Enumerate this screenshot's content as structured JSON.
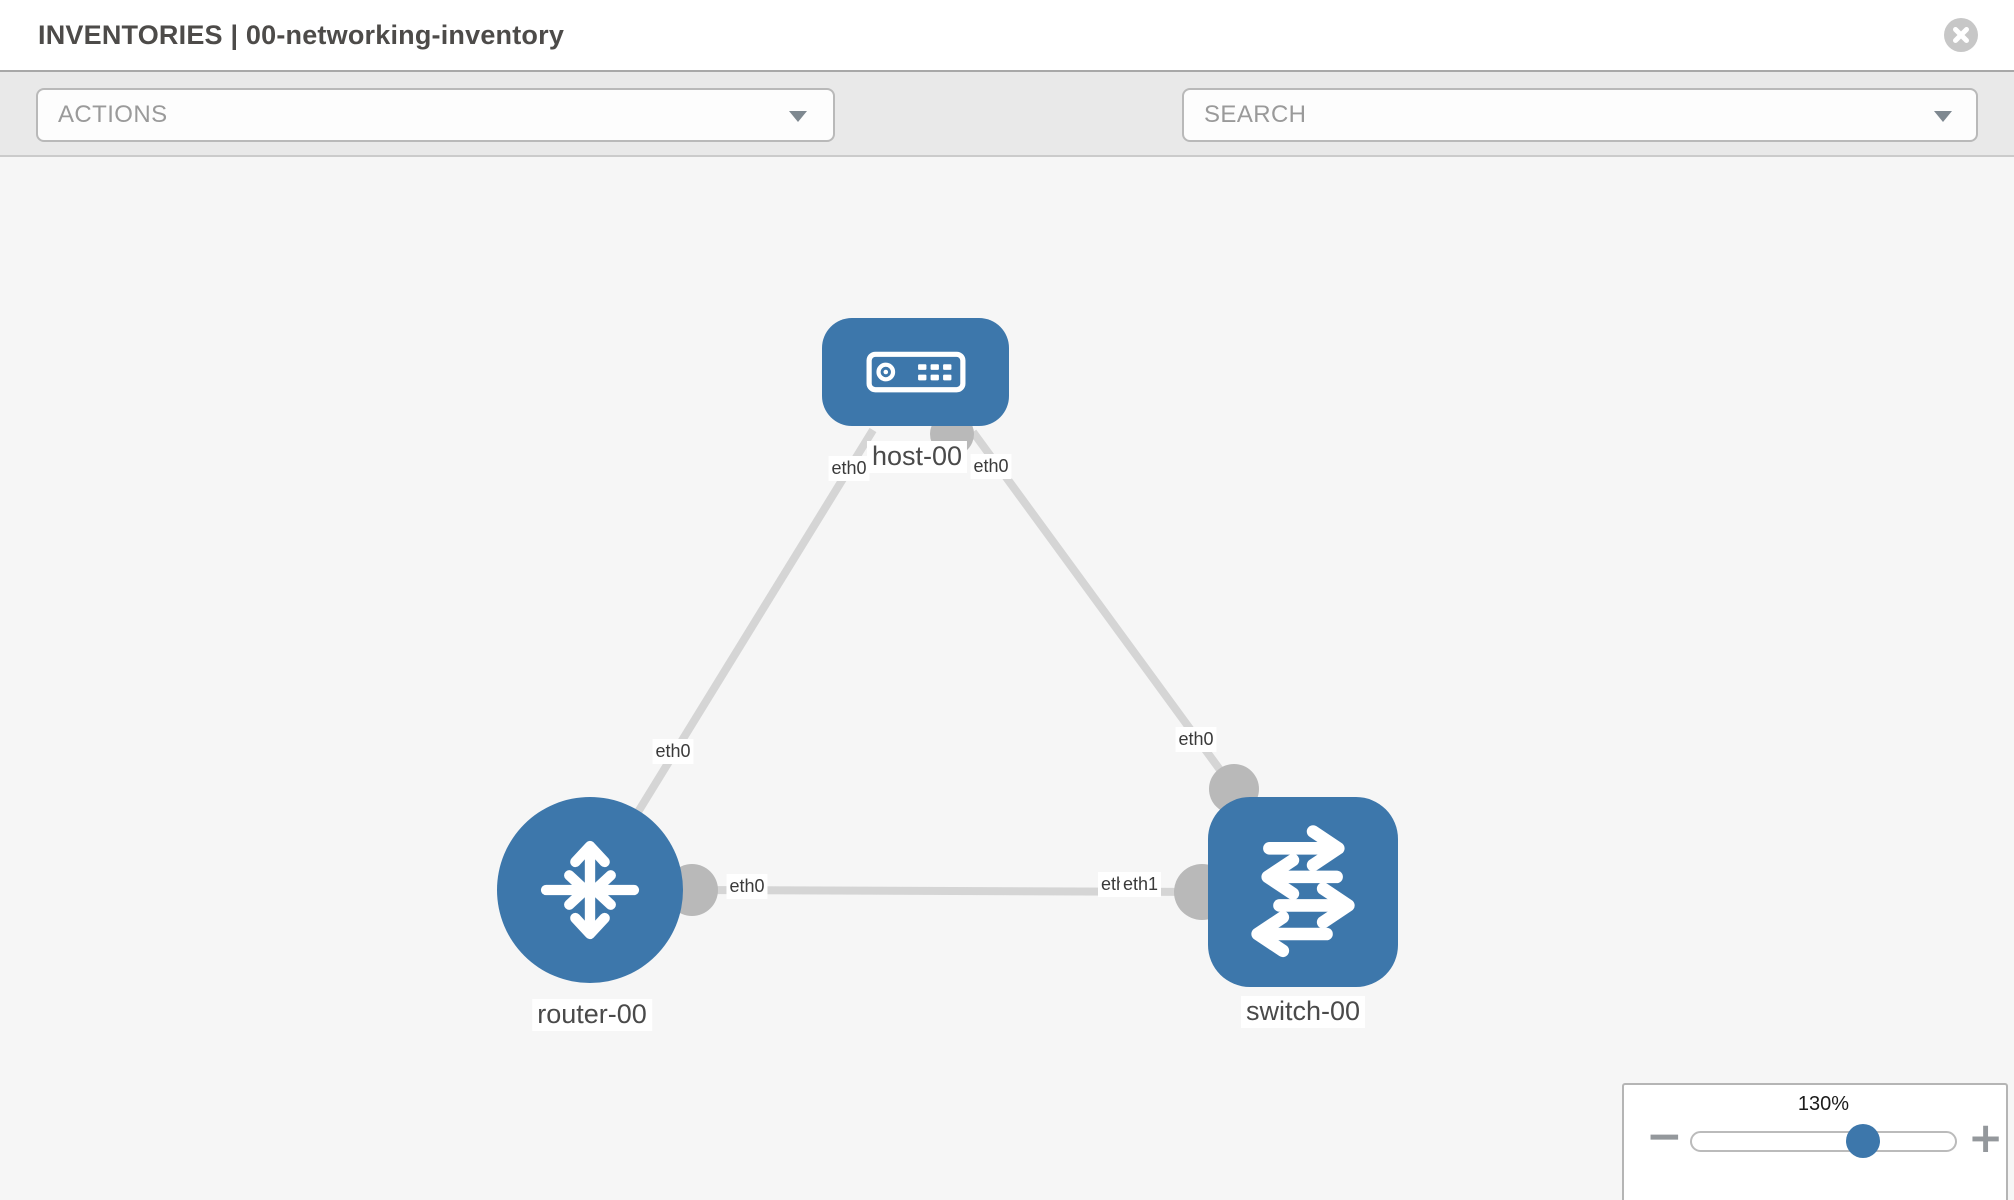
{
  "header": {
    "title": "INVENTORIES | 00-networking-inventory"
  },
  "toolbar": {
    "actions_placeholder": "ACTIONS",
    "search_placeholder": "SEARCH"
  },
  "topology": {
    "nodes": [
      {
        "label": "host-00",
        "type": "host"
      },
      {
        "label": "router-00",
        "type": "router"
      },
      {
        "label": "switch-00",
        "type": "switch"
      }
    ],
    "links": [
      {
        "from": "host-00",
        "to": "router-00"
      },
      {
        "from": "host-00",
        "to": "switch-00"
      },
      {
        "from": "router-00",
        "to": "switch-00"
      }
    ],
    "interfaces": [
      {
        "text": "eth0",
        "at": "host-00 left"
      },
      {
        "text": "eth0",
        "at": "host-00 right"
      },
      {
        "text": "eth0",
        "at": "host-router link"
      },
      {
        "text": "eth0",
        "at": "router-00 right"
      },
      {
        "text": "eth0",
        "at": "switch-00 top"
      },
      {
        "text": "eth0",
        "at": "switch-00 left (under eth1)"
      },
      {
        "text": "eth1",
        "at": "switch-00 left"
      }
    ]
  },
  "zoom_control": {
    "level": "130%",
    "minus_label": "−",
    "plus_label": "+"
  },
  "colors": {
    "node_blue": "#3d77ab",
    "link_gray": "#d5d5d5",
    "port_gray": "#b9b9b9",
    "icon_gray": "#8d939a"
  }
}
